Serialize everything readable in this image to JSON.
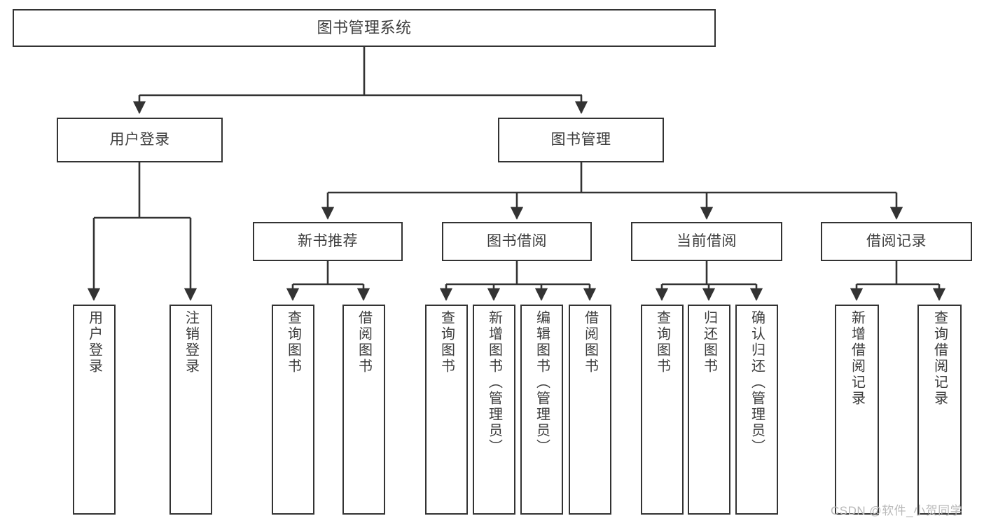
{
  "diagram": {
    "title_node": {
      "id": "root",
      "label": "图书管理系统"
    },
    "level2": [
      {
        "id": "user-login",
        "label": "用户登录"
      },
      {
        "id": "book-manage",
        "label": "图书管理"
      }
    ],
    "level3": [
      {
        "id": "new-book-recommend",
        "label": "新书推荐"
      },
      {
        "id": "book-borrow",
        "label": "图书借阅"
      },
      {
        "id": "current-borrow",
        "label": "当前借阅"
      },
      {
        "id": "borrow-record",
        "label": "借阅记录"
      }
    ],
    "leaves": [
      {
        "id": "leaf-user-login",
        "label": "用户登录",
        "parent": "user-login"
      },
      {
        "id": "leaf-logout-login",
        "label": "注销登录",
        "parent": "user-login"
      },
      {
        "id": "leaf-query-book-1",
        "label": "查询图书",
        "parent": "new-book-recommend"
      },
      {
        "id": "leaf-borrow-book-1",
        "label": "借阅图书",
        "parent": "new-book-recommend"
      },
      {
        "id": "leaf-query-book-2",
        "label": "查询图书",
        "parent": "book-borrow"
      },
      {
        "id": "leaf-add-book-admin",
        "label": "新增图书（管理员）",
        "parent": "book-borrow"
      },
      {
        "id": "leaf-edit-book-admin",
        "label": "编辑图书（管理员）",
        "parent": "book-borrow"
      },
      {
        "id": "leaf-borrow-book-2",
        "label": "借阅图书",
        "parent": "book-borrow"
      },
      {
        "id": "leaf-query-book-3",
        "label": "查询图书",
        "parent": "current-borrow"
      },
      {
        "id": "leaf-return-book",
        "label": "归还图书",
        "parent": "current-borrow"
      },
      {
        "id": "leaf-confirm-return-admin",
        "label": "确认归还（管理员）",
        "parent": "current-borrow"
      },
      {
        "id": "leaf-add-borrow-record",
        "label": "新增借阅记录",
        "parent": "borrow-record"
      },
      {
        "id": "leaf-query-borrow-record",
        "label": "查询借阅记录",
        "parent": "borrow-record"
      }
    ],
    "watermark": "CSDN @软件_小贺同学",
    "colors": {
      "stroke": "#333333",
      "text": "#3d3d3d",
      "background": "#ffffff",
      "watermark": "#b9b9b9"
    }
  }
}
